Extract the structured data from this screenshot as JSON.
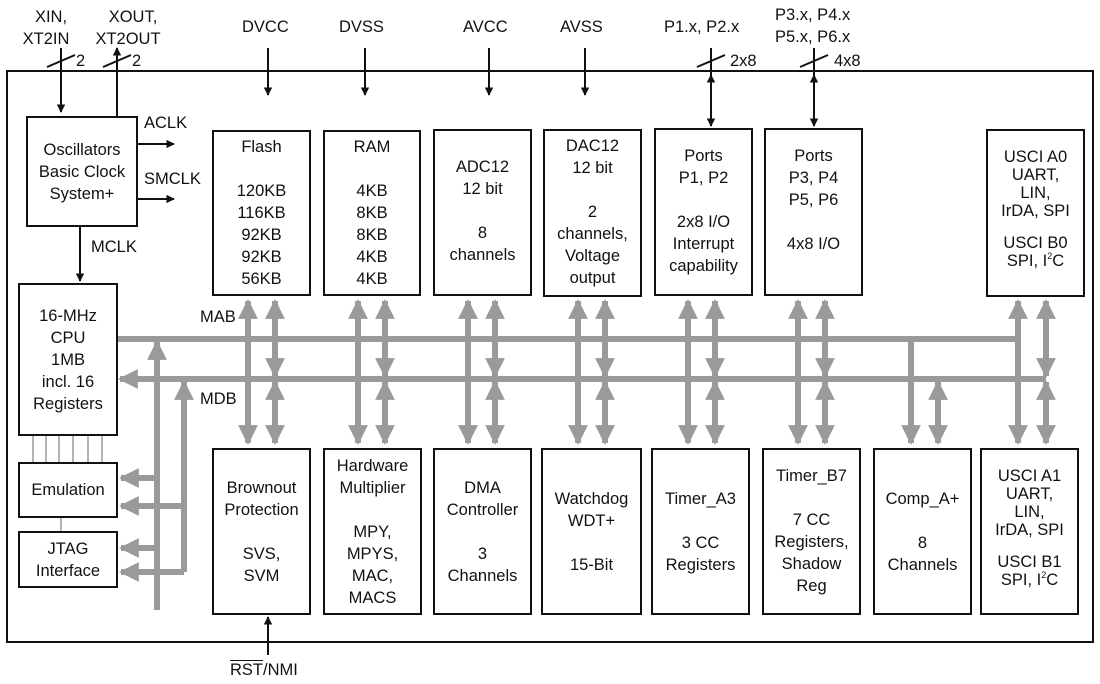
{
  "external_signals": {
    "xin": [
      "XIN,",
      "XT2IN"
    ],
    "xin_width": "2",
    "xout": [
      "XOUT,",
      "XT2OUT"
    ],
    "xout_width": "2",
    "dvcc": "DVCC",
    "dvss": "DVSS",
    "avcc": "AVCC",
    "avss": "AVSS",
    "p12": "P1.x, P2.x",
    "p12_width": "2x8",
    "p3456": [
      "P3.x, P4.x",
      "P5.x, P6.x"
    ],
    "p3456_width": "4x8",
    "rst_bar": "RST",
    "rst_rest": "/NMI"
  },
  "clock_signals": {
    "aclk": "ACLK",
    "smclk": "SMCLK",
    "mclk": "MCLK"
  },
  "bus_labels": {
    "mab": "MAB",
    "mdb": "MDB"
  },
  "blocks": {
    "oscillators": [
      "Oscillators",
      "Basic Clock",
      "System+"
    ],
    "cpu": [
      "16-MHz",
      "CPU",
      "1MB",
      "incl. 16",
      "Registers"
    ],
    "emulation": [
      "Emulation"
    ],
    "jtag": [
      "JTAG",
      "Interface"
    ],
    "flash": {
      "title": "Flash",
      "sizes": [
        "120KB",
        "116KB",
        "92KB",
        "92KB",
        "56KB"
      ]
    },
    "ram": {
      "title": "RAM",
      "sizes": [
        "4KB",
        "8KB",
        "8KB",
        "4KB",
        "4KB"
      ]
    },
    "adc12": {
      "top": [
        "ADC12",
        "12 bit"
      ],
      "bottom": [
        "8",
        "channels"
      ]
    },
    "dac12": {
      "top": [
        "DAC12",
        "12 bit"
      ],
      "bottom": [
        "2",
        "channels,",
        "Voltage",
        "output"
      ]
    },
    "ports12": {
      "top": [
        "Ports",
        "P1, P2"
      ],
      "bottom": [
        "2x8 I/O",
        "Interrupt",
        "capability"
      ]
    },
    "ports3456": {
      "top": [
        "Ports",
        "P3, P4",
        "P5, P6"
      ],
      "bottom": [
        "4x8 I/O"
      ]
    },
    "usci0": {
      "a": [
        "USCI A0",
        "UART,",
        "LIN,",
        "IrDA, SPI"
      ],
      "b1": "USCI B0",
      "b2": "SPI, I",
      "b2_sup": "2",
      "b2_end": "C"
    },
    "brownout": {
      "top": [
        "Brownout",
        "Protection"
      ],
      "bottom": [
        "SVS,",
        "SVM"
      ]
    },
    "multiplier": {
      "top": [
        "Hardware",
        "Multiplier"
      ],
      "bottom": [
        "MPY,",
        "MPYS,",
        "MAC,",
        "MACS"
      ]
    },
    "dma": {
      "top": [
        "DMA",
        "Controller"
      ],
      "bottom": [
        "3",
        "Channels"
      ]
    },
    "watchdog": {
      "top": [
        "Watchdog",
        "WDT+"
      ],
      "bottom": [
        "15-Bit"
      ]
    },
    "timer_a3": {
      "top": [
        "Timer_A3"
      ],
      "bottom": [
        "3 CC",
        "Registers"
      ]
    },
    "timer_b7": {
      "top": [
        "Timer_B7"
      ],
      "bottom": [
        "7 CC",
        "Registers,",
        "Shadow",
        "Reg"
      ]
    },
    "comp_a": {
      "top": [
        "Comp_A+"
      ],
      "bottom": [
        "8",
        "Channels"
      ]
    },
    "usci1": {
      "a": [
        "USCI A1",
        "UART,",
        "LIN,",
        "IrDA, SPI"
      ],
      "b1": "USCI B1",
      "b2": "SPI, I",
      "b2_sup": "2",
      "b2_end": "C"
    }
  },
  "colors": {
    "line": "#111111",
    "bus": "#9a9a9a",
    "background": "#ffffff"
  }
}
